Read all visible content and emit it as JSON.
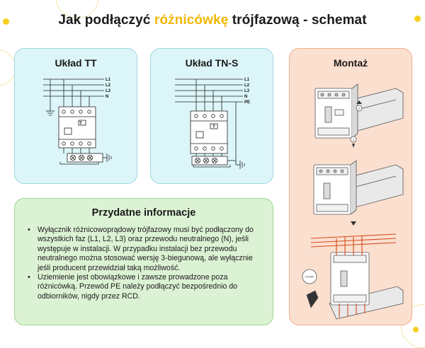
{
  "title": {
    "prefix": "Jak podłączyć ",
    "highlight": "różnicówkę",
    "suffix": " trójfazową - schemat"
  },
  "panels": {
    "tt": {
      "title": "Układ TT",
      "lines": [
        "L1",
        "L2",
        "L3",
        "N"
      ]
    },
    "tns": {
      "title": "Układ TN-S",
      "lines": [
        "L1",
        "L2",
        "L3",
        "N",
        "PE"
      ]
    },
    "montaz": {
      "title": "Montaż"
    }
  },
  "info": {
    "title": "Przydatne informacje",
    "bullets": [
      "Wyłącznik różnicowoprądowy trójfazowy musi być podłączony do wszystkich faz (L1, L2, L3) oraz przewodu neutralnego (N), jeśli występuje w instalacji. W przypadku instalacji bez przewodu neutralnego można stosować wersję 3-biegunową, ale wyłącznie jeśli producent przewidział taką możliwość.",
      "Uziemienie jest obowiązkowe i zawsze prowadzone poza różnicówką. Przewód PE należy podłączyć bezpośrednio do odbiorników, nigdy przez RCD."
    ]
  },
  "diagram_text": {
    "test_button": "T",
    "step_1": "1",
    "step_2": "2",
    "measure": "2.5 Nm"
  },
  "colors": {
    "accent": "#f2b705",
    "tt_bg": "#dcf5f8",
    "tns_bg": "#dcf5f8",
    "montaz_bg": "#fbdfcf",
    "info_bg": "#dcf2d4"
  }
}
